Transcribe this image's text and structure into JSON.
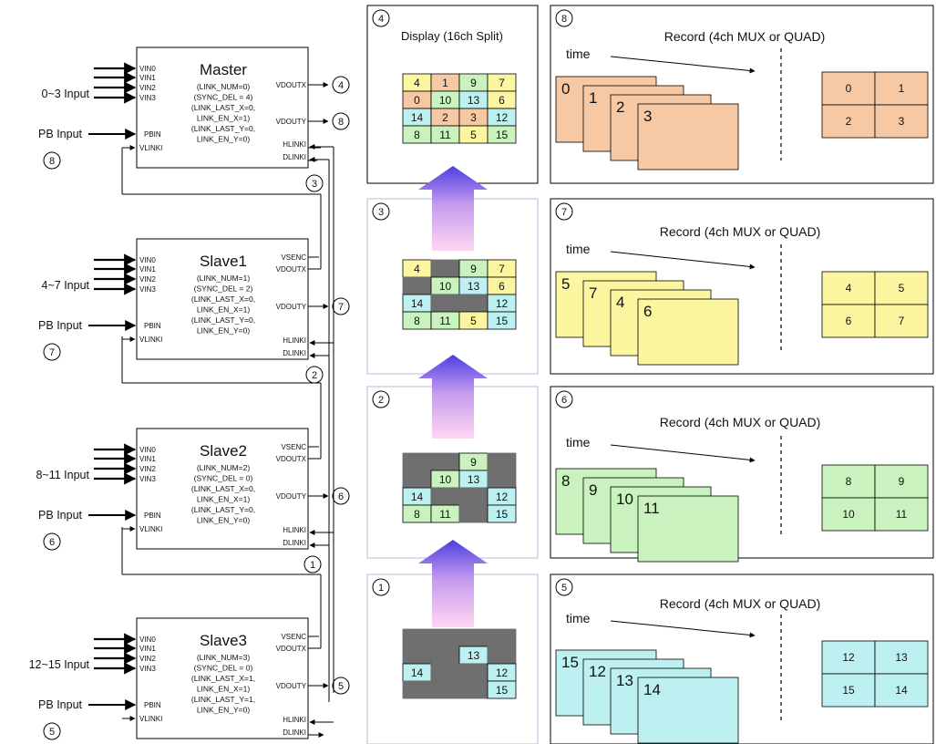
{
  "chips": [
    {
      "name": "Master",
      "input_label": "0~3 Input",
      "pb_label": "PB Input",
      "pb_num": "8",
      "params": [
        "(LINK_NUM=0)",
        "(SYNC_DEL = 4)",
        "(LINK_LAST_X=0,",
        "LINK_EN_X=1)",
        "(LINK_LAST_Y=0,",
        "LINK_EN_Y=0)"
      ],
      "pins_left": [
        "VIN0",
        "VIN1",
        "VIN2",
        "VIN3",
        "PBIN",
        "VLINKI"
      ],
      "pins_right": [
        "VDOUTX",
        "VDOUTY",
        "HLINKI",
        "DLINKI"
      ],
      "out_x_num": "4",
      "out_y_num": "8",
      "link_num": "3"
    },
    {
      "name": "Slave1",
      "input_label": "4~7 Input",
      "pb_label": "PB Input",
      "pb_num": "7",
      "params": [
        "(LINK_NUM=1)",
        "(SYNC_DEL = 2)",
        "(LINK_LAST_X=0,",
        "LINK_EN_X=1)",
        "(LINK_LAST_Y=0,",
        "LINK_EN_Y=0)"
      ],
      "pins_left": [
        "VIN0",
        "VIN1",
        "VIN2",
        "VIN3",
        "PBIN",
        "VLINKI"
      ],
      "pins_right": [
        "VSENC",
        "VDOUTX",
        "VDOUTY",
        "HLINKI",
        "DLINKI"
      ],
      "out_y_num": "7",
      "link_num": "2"
    },
    {
      "name": "Slave2",
      "input_label": "8~11 Input",
      "pb_label": "PB Input",
      "pb_num": "6",
      "params": [
        "(LINK_NUM=2)",
        "(SYNC_DEL = 0)",
        "(LINK_LAST_X=0,",
        "LINK_EN_X=1)",
        "(LINK_LAST_Y=0,",
        "LINK_EN_Y=0)"
      ],
      "pins_left": [
        "VIN0",
        "VIN1",
        "VIN2",
        "VIN3",
        "PBIN",
        "VLINKI"
      ],
      "pins_right": [
        "VSENC",
        "VDOUTX",
        "VDOUTY",
        "HLINKI",
        "DLINKI"
      ],
      "out_y_num": "6",
      "link_num": "1"
    },
    {
      "name": "Slave3",
      "input_label": "12~15 Input",
      "pb_label": "PB Input",
      "pb_num": "5",
      "params": [
        "(LINK_NUM=3)",
        "(SYNC_DEL = 0)",
        "(LINK_LAST_X=1,",
        "LINK_EN_X=1)",
        "(LINK_LAST_Y=1,",
        "LINK_EN_Y=0)"
      ],
      "pins_left": [
        "VIN0",
        "VIN1",
        "VIN2",
        "VIN3",
        "PBIN",
        "VLINKI"
      ],
      "pins_right": [
        "VSENC",
        "VDOUTX",
        "VDOUTY",
        "HLINKI",
        "DLINKI"
      ],
      "out_y_num": "5"
    }
  ],
  "display": {
    "title": "Display (16ch Split)",
    "panels": [
      {
        "num": "4",
        "cells": [
          [
            "4",
            "1",
            "9",
            "7"
          ],
          [
            "0",
            "10",
            "13",
            "6"
          ],
          [
            "14",
            "2",
            "3",
            "12"
          ],
          [
            "8",
            "11",
            "5",
            "15"
          ]
        ]
      },
      {
        "num": "3",
        "cells": [
          [
            "4",
            "",
            "9",
            "7"
          ],
          [
            "",
            "10",
            "13",
            "6"
          ],
          [
            "14",
            "",
            "",
            "12"
          ],
          [
            "8",
            "11",
            "5",
            "15"
          ]
        ]
      },
      {
        "num": "2",
        "cells": [
          [
            "",
            "",
            "9",
            ""
          ],
          [
            "",
            "10",
            "13",
            ""
          ],
          [
            "14",
            "",
            "",
            "12"
          ],
          [
            "8",
            "11",
            "",
            "15"
          ]
        ]
      },
      {
        "num": "1",
        "cells": [
          [
            "",
            "",
            "",
            ""
          ],
          [
            "",
            "",
            "13",
            ""
          ],
          [
            "14",
            "",
            "",
            "12"
          ],
          [
            "",
            "",
            "",
            "15"
          ]
        ]
      }
    ]
  },
  "records": [
    {
      "num": "8",
      "title": "Record (4ch MUX or QUAD)",
      "time": "time",
      "frames": [
        "0",
        "1",
        "2",
        "3"
      ],
      "quad": [
        "0",
        "1",
        "2",
        "3"
      ]
    },
    {
      "num": "7",
      "title": "Record (4ch MUX or QUAD)",
      "time": "time",
      "frames": [
        "5",
        "7",
        "4",
        "6"
      ],
      "quad": [
        "4",
        "5",
        "6",
        "7"
      ]
    },
    {
      "num": "6",
      "title": "Record (4ch MUX or QUAD)",
      "time": "time",
      "frames": [
        "8",
        "9",
        "10",
        "11"
      ],
      "quad": [
        "8",
        "9",
        "10",
        "11"
      ]
    },
    {
      "num": "5",
      "title": "Record (4ch MUX or QUAD)",
      "time": "time",
      "frames": [
        "15",
        "12",
        "13",
        "14"
      ],
      "quad": [
        "12",
        "13",
        "15",
        "14"
      ]
    }
  ],
  "colors": {
    "orange": "#f6c8a4",
    "yellow": "#fdf6a0",
    "green": "#c9f2bf",
    "cyan": "#bdf1f1",
    "gray": "#6f6f6f",
    "arrow": "#4b3fe0"
  }
}
